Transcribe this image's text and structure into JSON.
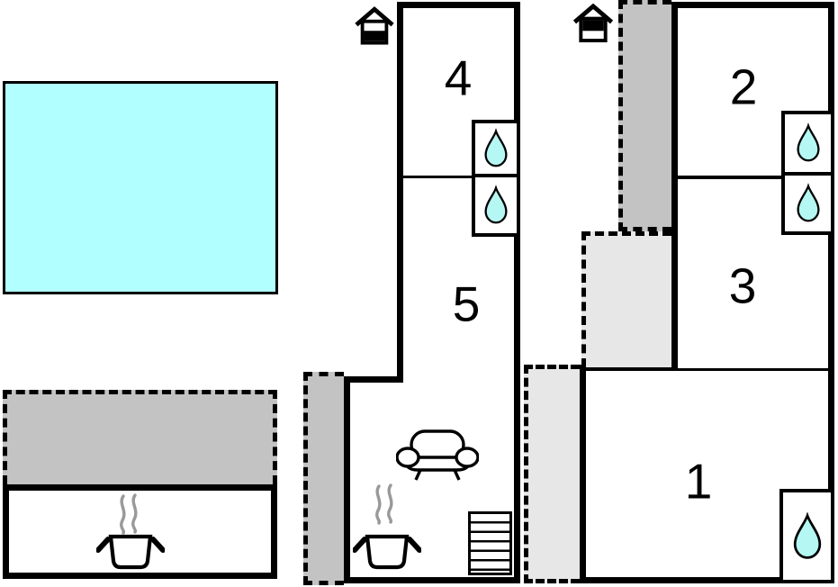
{
  "plan": {
    "type": "vacation-home-floor-plan",
    "rooms": {
      "r1": {
        "label": "1"
      },
      "r2": {
        "label": "2"
      },
      "r3": {
        "label": "3"
      },
      "r4": {
        "label": "4"
      },
      "r5": {
        "label": "5"
      }
    },
    "colors": {
      "wall": "#000000",
      "pool": "#b2ffff",
      "drop": "#b5f7f3",
      "dark": "#c3c3c3",
      "light": "#e7e7e7",
      "steam": "#999999",
      "bg": "#ffffff"
    },
    "icons": {
      "entrance": "house-entrance-icon",
      "bathroom": "water-drop-icon",
      "living": "sofa-icon",
      "kitchen": "cooking-pot-icon",
      "stairs": "staircase-icon"
    },
    "counts": {
      "water_drops": 5,
      "entrances": 2,
      "cooking_pots": 2,
      "numbered_rooms": 5
    }
  }
}
